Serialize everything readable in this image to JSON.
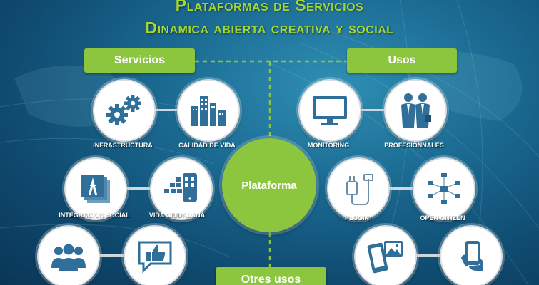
{
  "title": {
    "line1": "Plataformas de Servicios",
    "line2": "Dinamica abierta creativa y social"
  },
  "sections": {
    "servicios": "Servicios",
    "usos": "Usos",
    "otres_usos": "Otres usos"
  },
  "center": {
    "label": "Plataforma"
  },
  "nodes": {
    "infrastructura": {
      "label": "INFRASTRUCTURA",
      "icon": "gears-icon"
    },
    "calidad_de_vida": {
      "label": "CALIDAD DE VIDA",
      "icon": "buildings-icon"
    },
    "integracion_social": {
      "label": "INTEGRACION SOCIAL",
      "icon": "photo-stack-icon"
    },
    "vida_ciudadana": {
      "label": "VIDA CIUDADANA",
      "icon": "tablet-tiles-icon"
    },
    "monitoring": {
      "label": "MONITORING",
      "icon": "monitor-icon"
    },
    "profesionnales": {
      "label": "PROFESIONNALES",
      "icon": "businessmen-icon"
    },
    "plugin": {
      "label": "PLUGIN",
      "icon": "plug-icon"
    },
    "open_citizen": {
      "label": "OPEN CITIZEN",
      "icon": "network-icon"
    },
    "people": {
      "icon": "people-group-icon"
    },
    "thumbs": {
      "icon": "thumbs-up-icon"
    },
    "phone_photo": {
      "icon": "phone-photo-icon"
    },
    "hand_phone": {
      "icon": "hand-phone-icon"
    }
  },
  "colors": {
    "accent_green": "#8cc63f",
    "title_green": "#a4d831",
    "icon_blue": "#2f6f9a",
    "background_blue": "#1b6b93"
  }
}
